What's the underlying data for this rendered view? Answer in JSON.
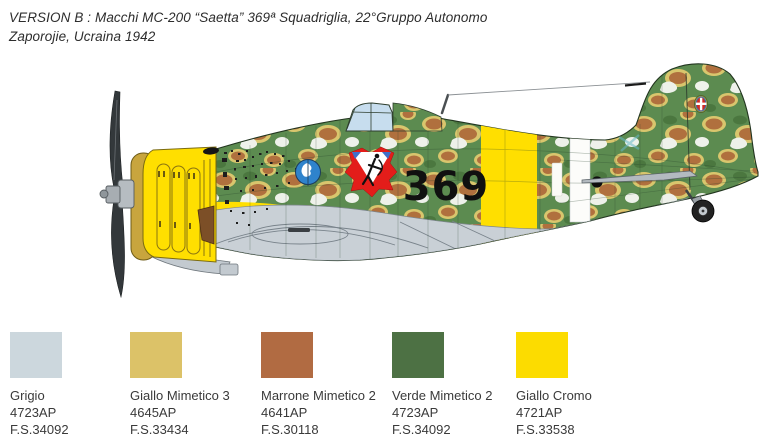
{
  "header": {
    "line1": "VERSION B : Macchi MC-200 “Saetta” 369ª Squadriglia, 22°Gruppo Autonomo",
    "line2": "Zaporojie, Ucraina 1942"
  },
  "aircraft": {
    "subject": "Macchi MC-200 Saetta side profile, camouflaged",
    "fuselage_number": "369",
    "fuselage_bar_marking": "I",
    "markings": [
      "369a Squadriglia red/white emblem",
      "blue disc badge",
      "white fuselage band",
      "yellow fuselage band",
      "Savoy cross shield on rudder"
    ]
  },
  "palette": {
    "camo_green": "#5c8b50",
    "camo_brown": "#b0703e",
    "camo_tan": "#d9c66d",
    "camo_white": "#eef1ea",
    "cowl_yellow": "#ffdf00",
    "cowl_ring_olive": "#c8a53e",
    "underside_grey": "#c9d0d6",
    "canopy_blue": "#c7ddee",
    "emblem_red": "#e31d1a",
    "badge_blue": "#2f83cc"
  },
  "swatches": [
    {
      "name": "Grigio",
      "code": "4723AP",
      "fs": "F.S.34092",
      "hex": "#ccd7dd"
    },
    {
      "name": "Giallo Mimetico 3",
      "code": "4645AP",
      "fs": "F.S.33434",
      "hex": "#dcc268"
    },
    {
      "name": "Marrone Mimetico 2",
      "code": "4641AP",
      "fs": "F.S.30118",
      "hex": "#b16b42"
    },
    {
      "name": "Verde Mimetico 2",
      "code": "4723AP",
      "fs": "F.S.34092",
      "hex": "#4d7144"
    },
    {
      "name": "Giallo Cromo",
      "code": "4721AP",
      "fs": "F.S.33538",
      "hex": "#fcdc00"
    }
  ]
}
